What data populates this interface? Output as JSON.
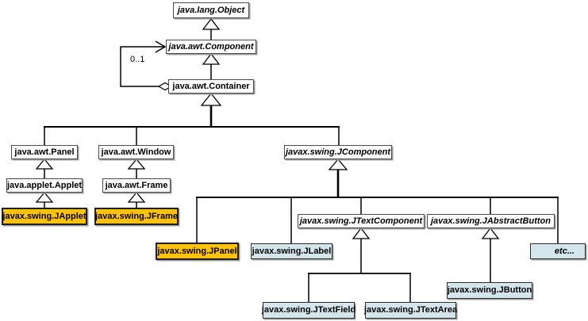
{
  "diagram": {
    "type": "uml-class-hierarchy",
    "multiplicity": {
      "label": "0..1"
    },
    "colors": {
      "swing_toplevel_highlight": "#FFC20E",
      "swing_leaf_highlight": "#D4E6EB",
      "plain_box_fill": "#FFFFFF",
      "line_color": "#000000"
    },
    "nodes": {
      "object": {
        "label": "java.lang.Object",
        "abstract": true
      },
      "component": {
        "label": "java.awt.Component",
        "abstract": true
      },
      "container": {
        "label": "java.awt.Container",
        "abstract": false
      },
      "panel": {
        "label": "java.awt.Panel",
        "abstract": false
      },
      "window": {
        "label": "java.awt.Window",
        "abstract": false
      },
      "jcomponent": {
        "label": "javax.swing.JComponent",
        "abstract": true
      },
      "applet": {
        "label": "java.applet.Applet",
        "abstract": false
      },
      "frame": {
        "label": "java.awt.Frame",
        "abstract": false
      },
      "japplet": {
        "label": "javax.swing.JApplet",
        "abstract": false
      },
      "jframe": {
        "label": "javax.swing.JFrame",
        "abstract": false
      },
      "jpanel": {
        "label": "javax.swing.JPanel",
        "abstract": false
      },
      "jlabel": {
        "label": "javax.swing.JLabel",
        "abstract": false
      },
      "jtextcomponent": {
        "label": "javax.swing.JTextComponent",
        "abstract": true
      },
      "jabstractbutton": {
        "label": "javax.swing.JAbstractButton",
        "abstract": true
      },
      "etc": {
        "label": "etc...",
        "abstract": true
      },
      "jbutton": {
        "label": "javax.swing.JButton",
        "abstract": false
      },
      "jtextfield": {
        "label": "javax.swing.JTextField",
        "abstract": false
      },
      "jtextarea": {
        "label": "javax.swing.JTextArea",
        "abstract": false
      }
    }
  }
}
